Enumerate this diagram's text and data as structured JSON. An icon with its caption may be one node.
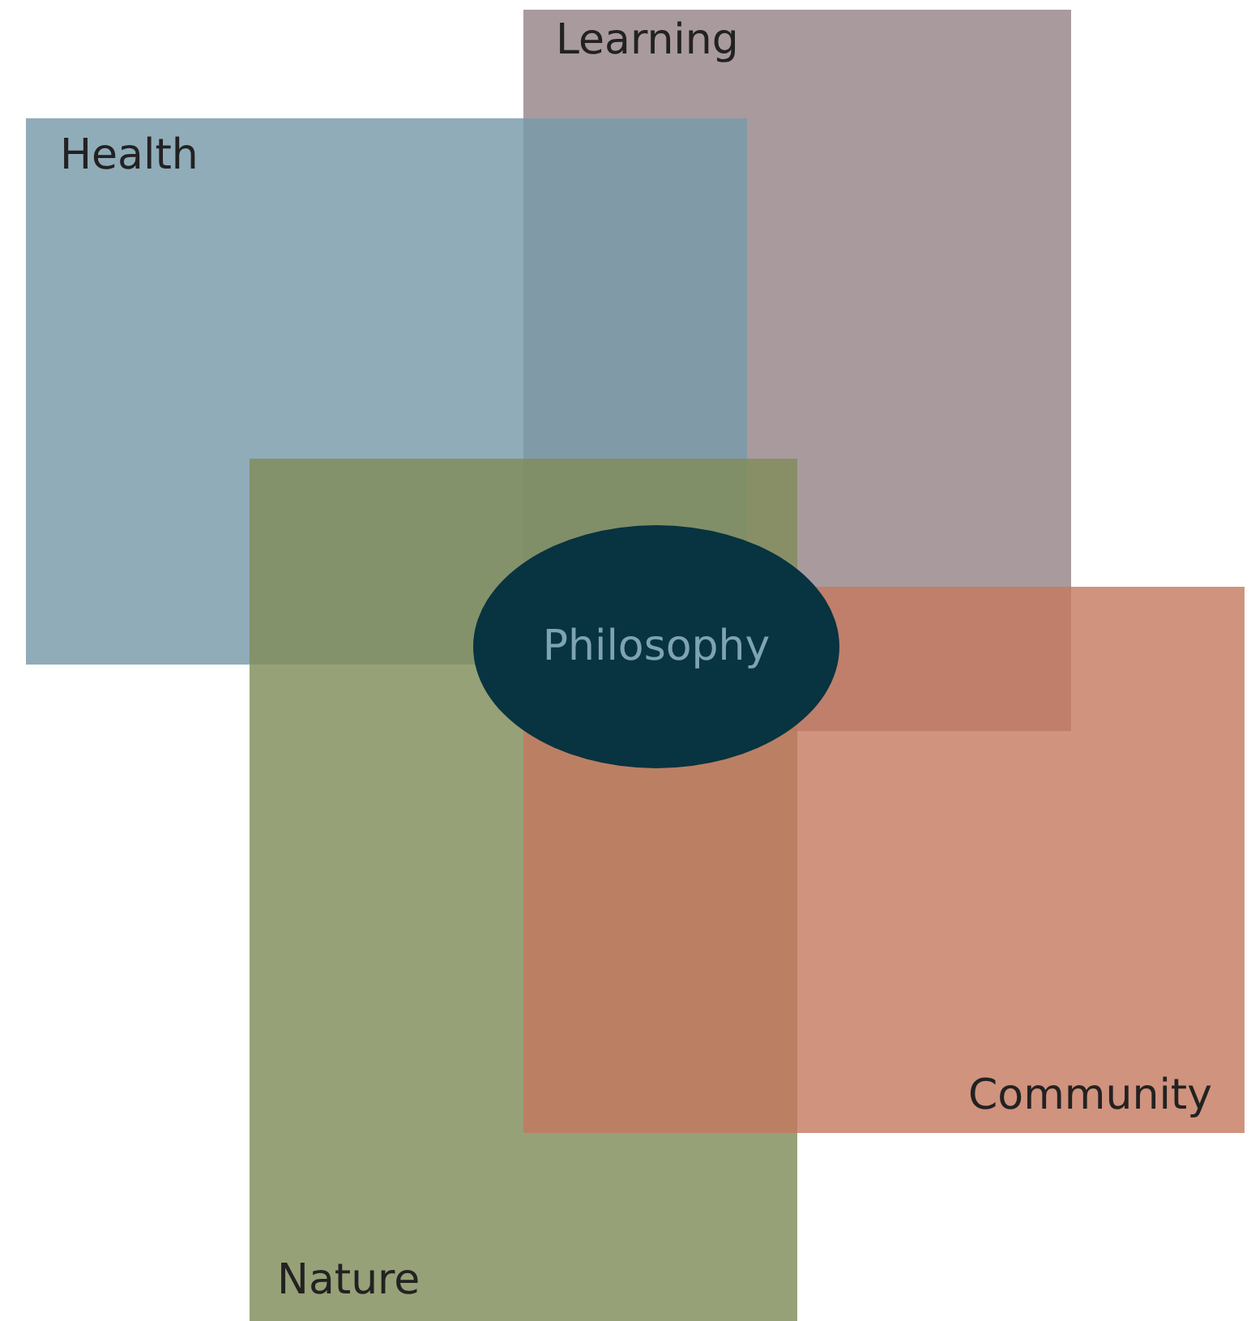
{
  "diagram": {
    "nodes": [
      {
        "text": [
          "Learning"
        ]
      },
      {
        "text": [
          "Health"
        ]
      },
      {
        "text": [
          "Philosophy"
        ]
      },
      {
        "text": [
          "Community"
        ]
      },
      {
        "text": [
          "Nature"
        ]
      }
    ]
  }
}
